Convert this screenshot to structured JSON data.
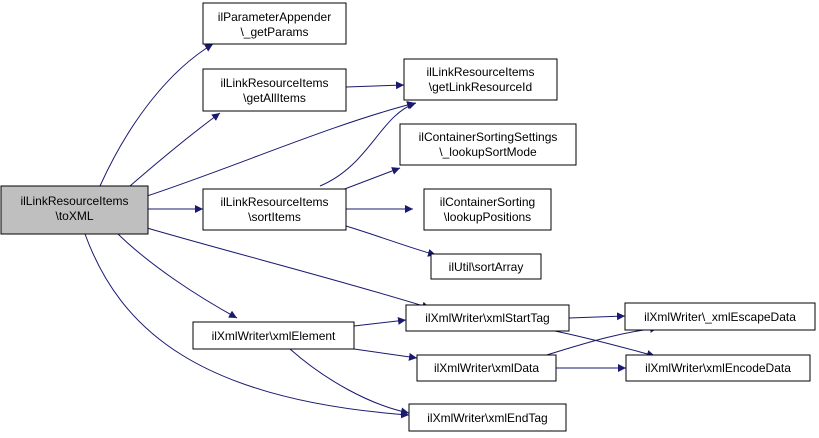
{
  "colors": {
    "edge": "#191970",
    "node_border": "#000000",
    "node_fill": "#ffffff",
    "root_fill": "#bfbfbf"
  },
  "nodes": {
    "tox": {
      "lines": [
        "ilLinkResourceItems",
        "\\toXML"
      ]
    },
    "pa": {
      "lines": [
        "ilParameterAppender",
        "\\_getParams"
      ]
    },
    "gai": {
      "lines": [
        "ilLinkResourceItems",
        "\\getAllItems"
      ]
    },
    "glr": {
      "lines": [
        "ilLinkResourceItems",
        "\\getLinkResourceId"
      ]
    },
    "csm": {
      "lines": [
        "ilContainerSortingSettings",
        "\\_lookupSortMode"
      ]
    },
    "si": {
      "lines": [
        "ilLinkResourceItems",
        "\\sortItems"
      ]
    },
    "clp": {
      "lines": [
        "ilContainerSorting",
        "\\lookupPositions"
      ]
    },
    "usa": {
      "lines": [
        "ilUtil\\sortArray"
      ]
    },
    "xe": {
      "lines": [
        "ilXmlWriter\\xmlElement"
      ]
    },
    "xst": {
      "lines": [
        "ilXmlWriter\\xmlStartTag"
      ]
    },
    "xed": {
      "lines": [
        "ilXmlWriter\\_xmlEscapeData"
      ]
    },
    "xd": {
      "lines": [
        "ilXmlWriter\\xmlData"
      ]
    },
    "xen": {
      "lines": [
        "ilXmlWriter\\xmlEncodeData"
      ]
    },
    "xet": {
      "lines": [
        "ilXmlWriter\\xmlEndTag"
      ]
    }
  },
  "edges": [
    [
      "tox",
      "pa"
    ],
    [
      "tox",
      "gai"
    ],
    [
      "tox",
      "glr"
    ],
    [
      "tox",
      "si"
    ],
    [
      "tox",
      "xe"
    ],
    [
      "tox",
      "xst"
    ],
    [
      "tox",
      "xet"
    ],
    [
      "gai",
      "glr"
    ],
    [
      "si",
      "glr"
    ],
    [
      "si",
      "csm"
    ],
    [
      "si",
      "clp"
    ],
    [
      "si",
      "usa"
    ],
    [
      "xe",
      "xst"
    ],
    [
      "xe",
      "xd"
    ],
    [
      "xe",
      "xet"
    ],
    [
      "xst",
      "xed"
    ],
    [
      "xst",
      "xen"
    ],
    [
      "xd",
      "xed"
    ],
    [
      "xd",
      "xen"
    ]
  ]
}
